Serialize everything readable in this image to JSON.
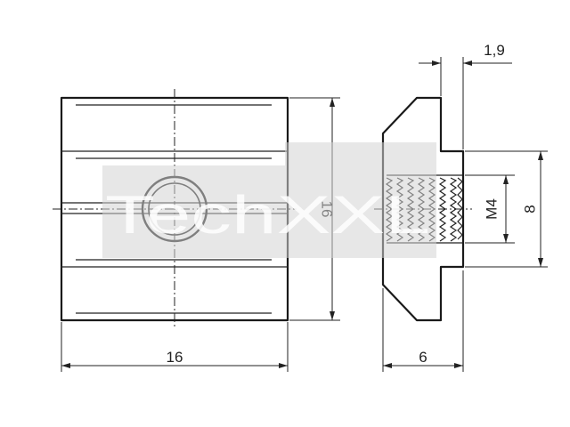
{
  "watermark": {
    "text": "TechXXL"
  },
  "front_view": {
    "width_label": "16",
    "height_label": "16"
  },
  "side_view": {
    "offset_label": "1,9",
    "thread_label": "M4",
    "thread_length_label": "8",
    "depth_label": "6"
  },
  "colors": {
    "line": "#1a1a1a",
    "watermark": "#d3d3d3"
  }
}
